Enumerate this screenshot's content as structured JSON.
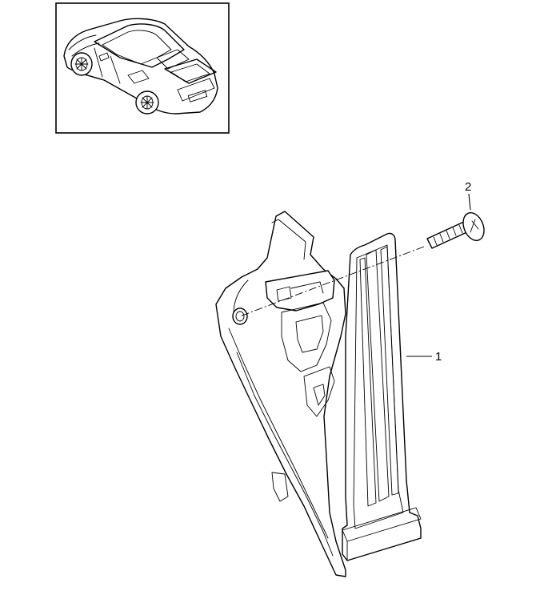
{
  "diagram": {
    "callouts": [
      {
        "id": "1",
        "label": "1"
      },
      {
        "id": "2",
        "label": "2"
      }
    ],
    "inset": {
      "subject": "car-overview-thumbnail"
    }
  }
}
